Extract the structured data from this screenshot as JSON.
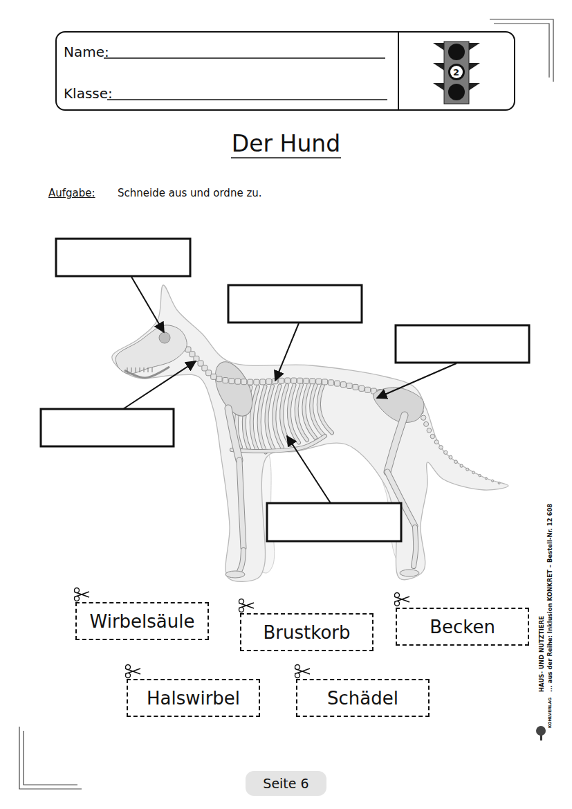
{
  "diagram": {
    "title": "Der Hund",
    "nodes": [
      {
        "text": [
          "Name:",
          "Klasse:"
        ]
      },
      {
        "text": [
          "Wirbelsäule"
        ]
      },
      {
        "text": [
          "Brustkorb"
        ]
      },
      {
        "text": [
          "Becken"
        ]
      },
      {
        "text": [
          "Halswirbel"
        ]
      },
      {
        "text": [
          "Schädel"
        ]
      },
      {
        "text": [
          "Seite 6"
        ]
      }
    ],
    "labels": [
      "2",
      "Aufgabe:",
      "Schneide aus und ordne zu.",
      "HAUS- UND NUTZTIERE",
      "... aus der Reihe: Inklusion KONKRET – Bestell-Nr. 12 608",
      "KOHLVERLAG"
    ]
  }
}
